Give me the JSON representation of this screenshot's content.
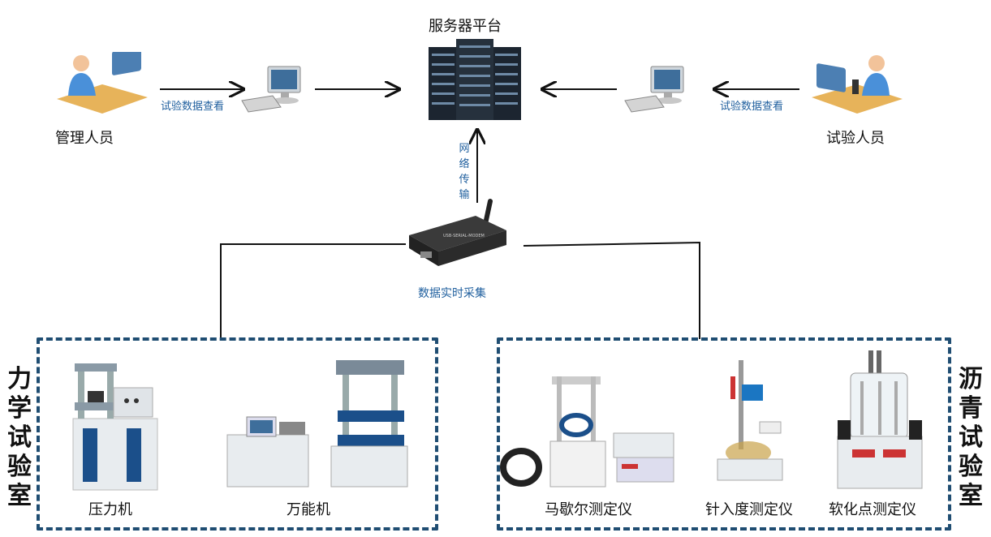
{
  "title": "服务器平台",
  "nodes": {
    "admin": "管理人员",
    "tester": "试验人员",
    "admin_link": "试验数据查看",
    "tester_link": "试验数据查看",
    "network": "网络传输",
    "collector": "数据实时采集"
  },
  "groups": {
    "mechanics": {
      "title": "力学试验室",
      "items": [
        "压力机",
        "万能机"
      ]
    },
    "asphalt": {
      "title": "沥青试验室",
      "items": [
        "马歇尔测定仪",
        "针入度测定仪",
        "软化点测定仪"
      ]
    }
  }
}
